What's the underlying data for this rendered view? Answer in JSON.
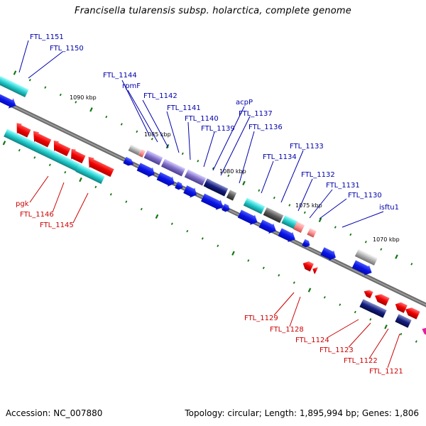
{
  "title": "Francisella tularensis subsp. holarctica, complete genome",
  "footer": {
    "accession": "Accession: NC_007880",
    "stats": "Topology: circular; Length: 1,895,994 bp; Genes: 1,806"
  },
  "colors": {
    "backbone": "#7f7f7f",
    "label_forward": "#0000aa",
    "label_reverse": "#cc0000",
    "blue": "#0a14e6",
    "red": "#f00000",
    "cyan": "#22cccc",
    "purple": "#8070c8",
    "navy": "#141e80",
    "grey": "#b4b4b4",
    "pink": "#ff9090",
    "tick": "#117711"
  },
  "scale_labels": [
    {
      "text": "1090 kbp"
    },
    {
      "text": "1085 kbp"
    },
    {
      "text": "1080 kbp"
    },
    {
      "text": "1075 kbp"
    },
    {
      "text": "1070 kbp"
    }
  ],
  "forward_labels": [
    "FTL_1151",
    "FTL_1150",
    "FTL_1144",
    "rpmF",
    "FTL_1142",
    "FTL_1141",
    "FTL_1140",
    "FTL_1139",
    "acpP",
    "FTL_1137",
    "FTL_1136",
    "FTL_1134",
    "FTL_1133",
    "FTL_1132",
    "FTL_1131",
    "FTL_1130",
    "isftu1"
  ],
  "reverse_labels": [
    "pgk",
    "FTL_1146",
    "FTL_1145",
    "FTL_1129",
    "FTL_1128",
    "FTL_1124",
    "FTL_1123",
    "FTL_1122",
    "FTL_1121"
  ]
}
